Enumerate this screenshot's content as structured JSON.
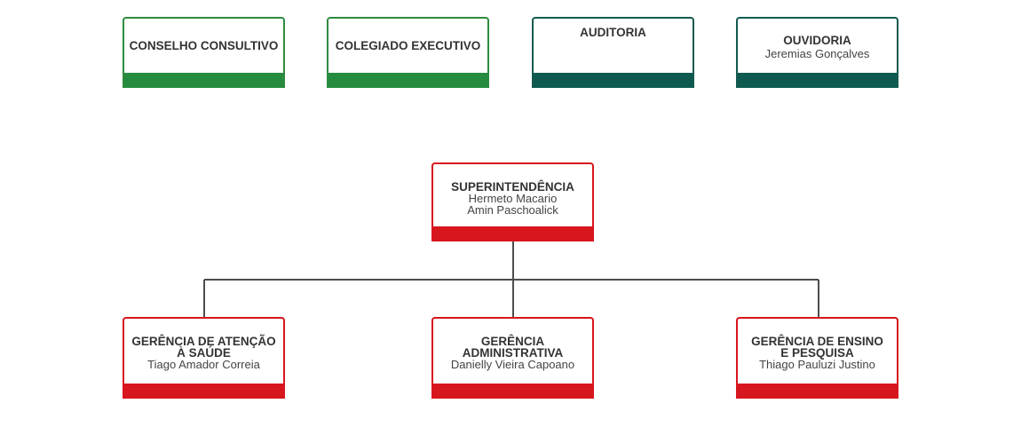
{
  "top_boxes": [
    {
      "title": "CONSELHO CONSULTIVO",
      "name": ""
    },
    {
      "title": "COLEGIADO EXECUTIVO",
      "name": ""
    },
    {
      "title": "AUDITORIA",
      "name": ""
    },
    {
      "title": "OUVIDORIA",
      "name": "Jeremias Gonçalves"
    }
  ],
  "superintendencia": {
    "title": "SUPERINTENDÊNCIA",
    "names": [
      "Hermeto Macario",
      "Amin Paschoalick"
    ]
  },
  "gerencias": [
    {
      "title_lines": [
        "GERÊNCIA DE ATENÇÃO",
        "À SAÚDE"
      ],
      "name": "Tiago Amador Correia"
    },
    {
      "title_lines": [
        "GERÊNCIA",
        "ADMINISTRATIVA"
      ],
      "name": "Danielly Vieira Capoano"
    },
    {
      "title_lines": [
        "GERÊNCIA DE ENSINO",
        "E PESQUISA"
      ],
      "name": "Thiago Pauluzi Justino"
    }
  ],
  "colors": {
    "green": "#258b3e",
    "teal": "#0f5a50",
    "red": "#d7161e",
    "connector": "#4d4d4d"
  }
}
